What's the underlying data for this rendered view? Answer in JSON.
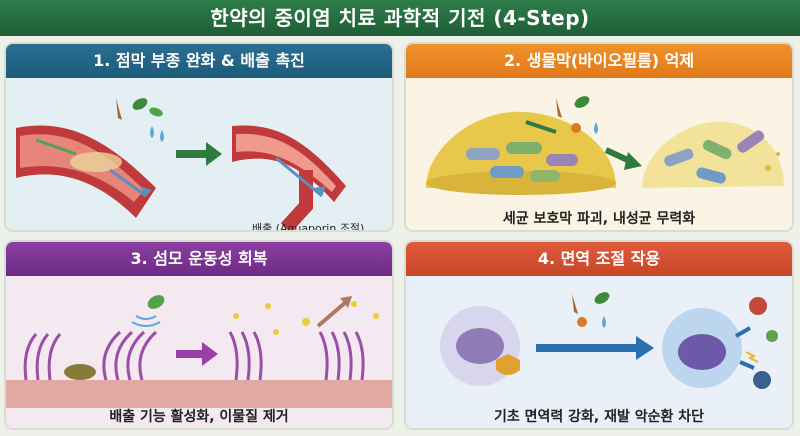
{
  "header": {
    "title": "한약의 중이염 치료 과학적 기전 (4-Step)"
  },
  "panels": [
    {
      "title": "1. 점막 부종 완화 & 배출 촉진",
      "sublabel": "배출 (Aquaporin 조절)"
    },
    {
      "title": "2. 생물막(바이오필름) 억제",
      "caption": "세균 보호막 파괴, 내성균 무력화"
    },
    {
      "title": "3. 섬모 운동성 회복",
      "caption": "배출 기능 활성화, 이물질 제거"
    },
    {
      "title": "4. 면역 조절 작용",
      "caption": "기초 면역력 강화, 재발 악순환 차단"
    }
  ],
  "colors": {
    "banner": "#1f5e36",
    "step1": "#1d5b7b",
    "step2": "#e0781a",
    "step3": "#6e2b86",
    "step4": "#c94628"
  }
}
